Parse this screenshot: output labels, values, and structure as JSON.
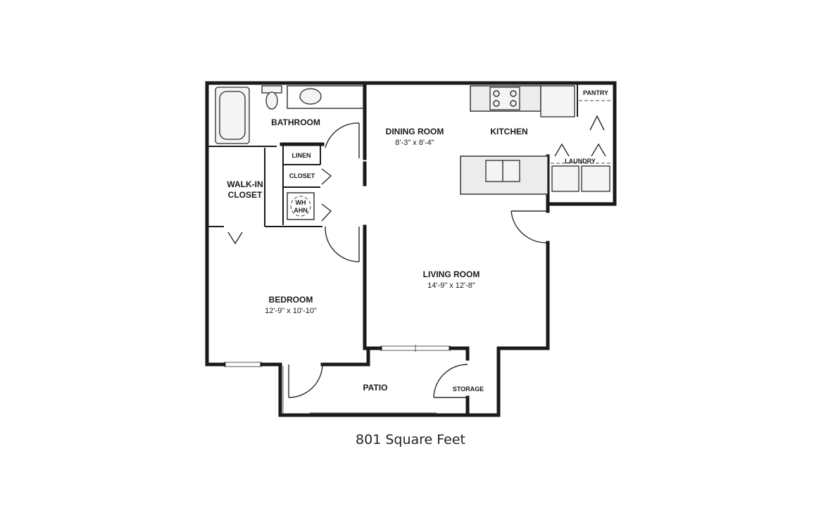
{
  "floorplan": {
    "rooms": {
      "bathroom": {
        "label": "BATHROOM"
      },
      "walk_in_closet": {
        "line1": "WALK-IN",
        "line2": "CLOSET"
      },
      "linen": {
        "label": "LINEN"
      },
      "closet": {
        "label": "CLOSET"
      },
      "water_heater": {
        "line1": "WH",
        "line2": "AHN"
      },
      "dining_room": {
        "label": "DINING ROOM",
        "dims": "8'-3\" x 8'-4\""
      },
      "kitchen": {
        "label": "KITCHEN"
      },
      "pantry": {
        "label": "PANTRY"
      },
      "laundry": {
        "label": "LAUNDRY"
      },
      "living_room": {
        "label": "LIVING ROOM",
        "dims": "14'-9\" x 12'-8\""
      },
      "bedroom": {
        "label": "BEDROOM",
        "dims": "12'-9\" x 10'-10\""
      },
      "patio": {
        "label": "PATIO"
      },
      "storage": {
        "label": "STORAGE"
      }
    },
    "caption": "801 Square Feet"
  }
}
